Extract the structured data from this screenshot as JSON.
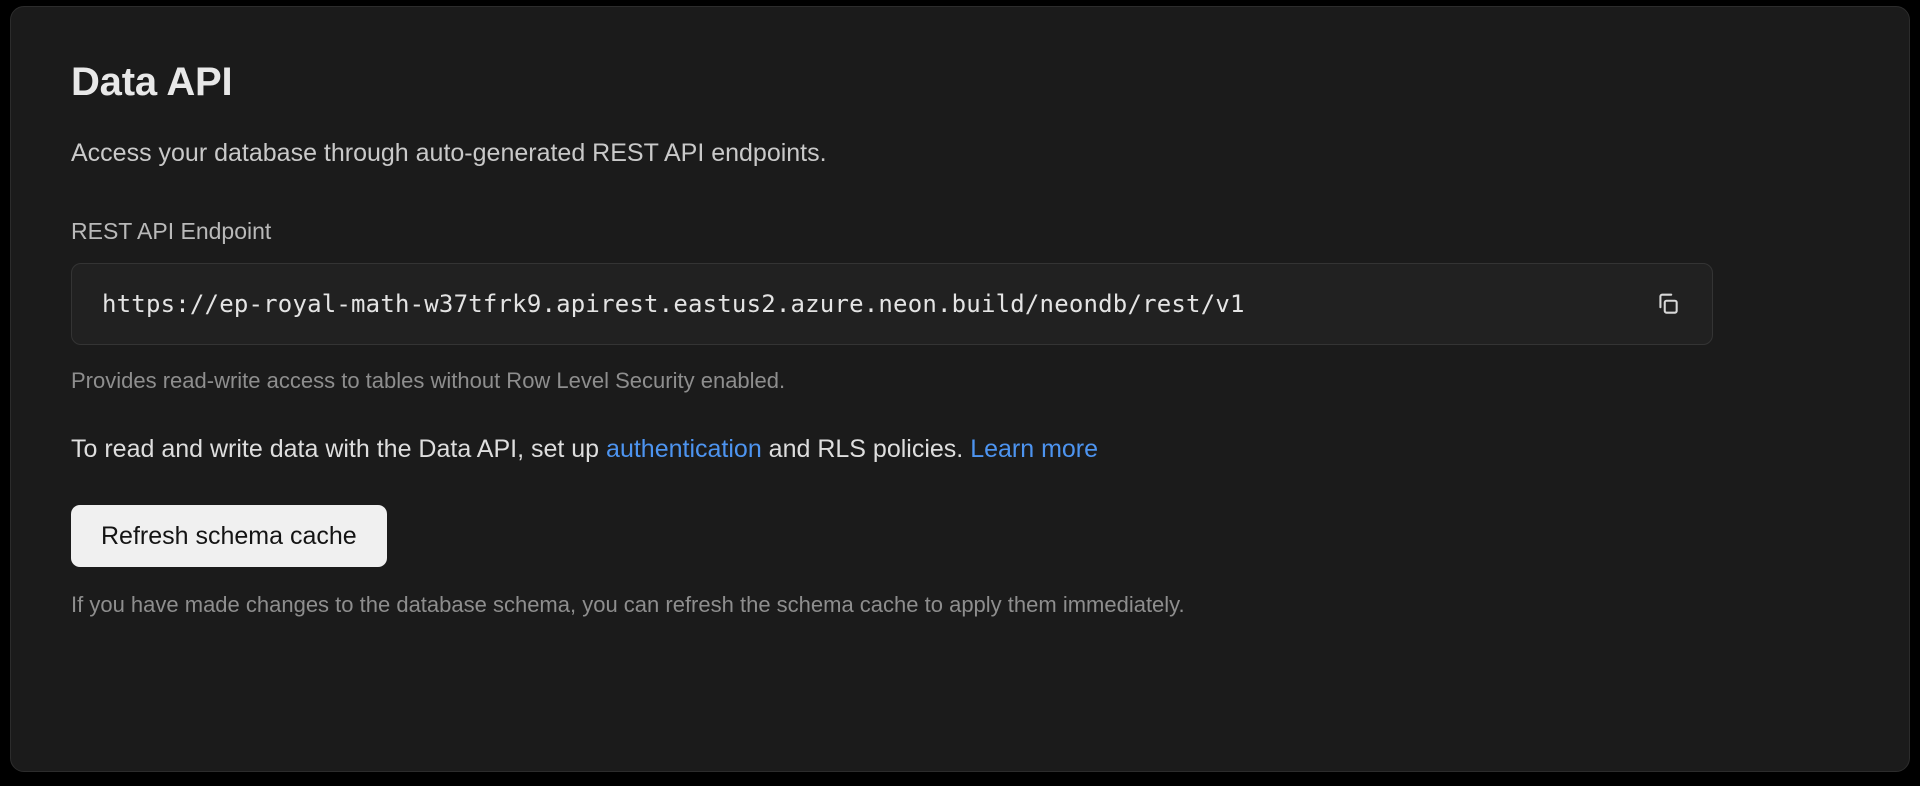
{
  "card": {
    "title": "Data API",
    "description": "Access your database through auto-generated REST API endpoints.",
    "endpoint": {
      "label": "REST API Endpoint",
      "value": "https://ep-royal-math-w37tfrk9.apirest.eastus2.azure.neon.build/neondb/rest/v1",
      "placeholder": "https://",
      "copy_icon": "copy-icon",
      "hint": "Provides read-write access to tables without Row Level Security enabled."
    },
    "info": {
      "text_before_link": "To read and write data with the Data API, set up ",
      "link_auth": "authentication",
      "text_middle": " and RLS policies. ",
      "link_learn_more": "Learn more"
    },
    "refresh": {
      "button_label": "Refresh schema cache",
      "note": "If you have made changes to the database schema, you can refresh the schema cache to apply them immediately."
    }
  },
  "colors": {
    "page_background": "#000000",
    "card_background": "#1b1b1b",
    "card_border": "#2c2c2c",
    "input_background": "#212121",
    "input_border": "#343434",
    "link": "#4d94f0",
    "button_background": "#f0f0f0",
    "button_text": "#141414",
    "title_text": "#e8e8e8",
    "body_text": "#dedede",
    "muted_text": "#8e8e8e"
  }
}
